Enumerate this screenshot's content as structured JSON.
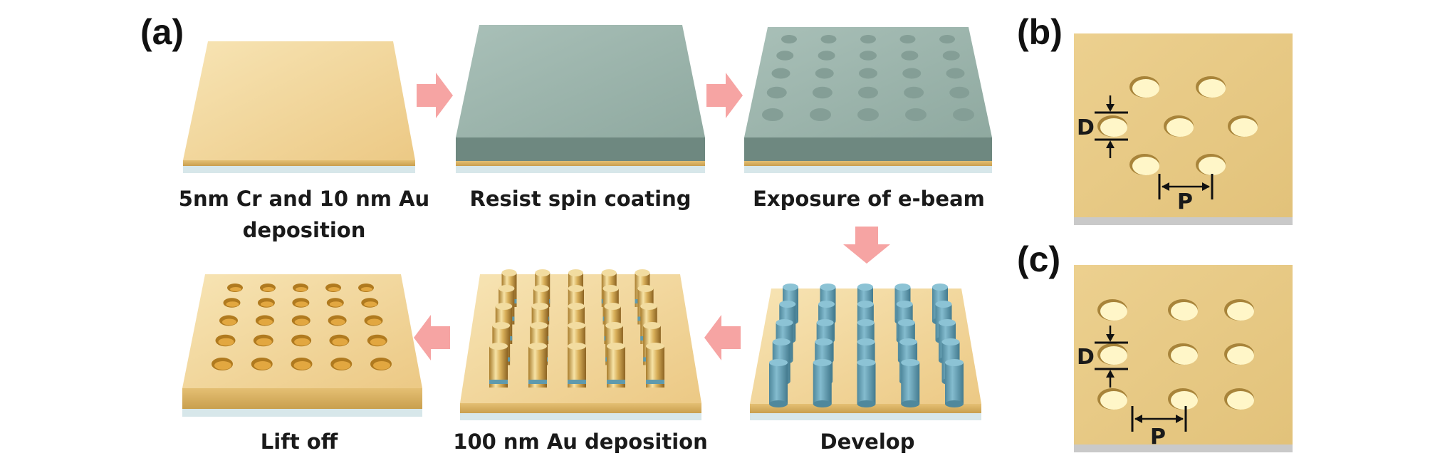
{
  "panels": {
    "a": "(a)",
    "b": "(b)",
    "c": "(c)"
  },
  "steps": {
    "step1_line1": "5nm Cr and 10 nm Au",
    "step1_line2": "deposition",
    "step2": "Resist spin coating",
    "step3": "Exposure of e-beam",
    "step4": "Develop",
    "step5": "100 nm Au deposition",
    "step6": "Lift off"
  },
  "dimensions": {
    "diameter": "D",
    "period": "P"
  },
  "colors": {
    "gold_top": "#f1d59a",
    "gold_side": "#d8b260",
    "resist_top": "#9fb7ae",
    "resist_side": "#6e8880",
    "pillar": "#6fa7bb",
    "arrow": "#f6a4a3",
    "glass": "#cfe2e6"
  }
}
